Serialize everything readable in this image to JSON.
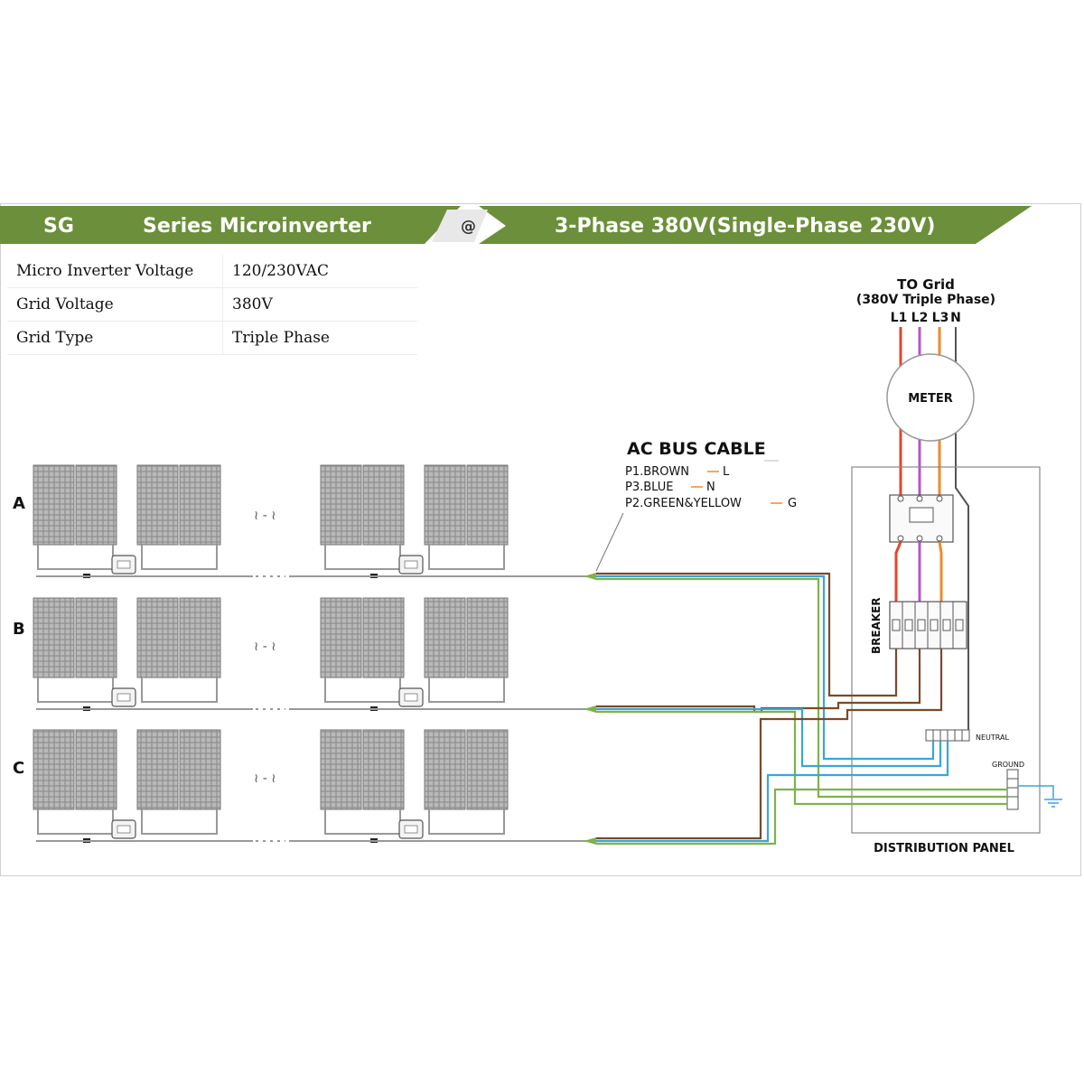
{
  "header": {
    "brand": "SG",
    "series": "Series Microinverter",
    "at_symbol": "@",
    "phase": "3-Phase 380V(Single-Phase 230V)"
  },
  "specs": [
    {
      "label": "Micro Inverter Voltage",
      "value": "120/230VAC"
    },
    {
      "label": "Grid  Voltage",
      "value": "380V"
    },
    {
      "label": "Grid Type",
      "value": "Triple Phase"
    }
  ],
  "grid": {
    "title": "TO Grid",
    "subtitle": "(380V Triple Phase)",
    "lines": [
      "L1",
      "L2",
      "L3",
      "N"
    ]
  },
  "meter_label": "METER",
  "breaker_label": "BREAKER",
  "neutral_label": "NEUTRAL",
  "ground_label": "GROUND",
  "panel_label": "DISTRIBUTION PANEL",
  "cable": {
    "title": "AC BUS CABLE",
    "p1": "P1.BROWN",
    "p1_code": "L",
    "p3": "P3.BLUE",
    "p3_code": "N",
    "p2": "P2.GREEN&YELLOW",
    "p2_code": "G"
  },
  "rows": [
    "A",
    "B",
    "C"
  ],
  "ellipsis": "≀ - ≀",
  "colors": {
    "header_green": "#6b8f3a",
    "brown": "#7a4a2a",
    "blue": "#3aa6d8",
    "green": "#7fb24a",
    "red": "#e0472f",
    "purple": "#b456c9",
    "orange": "#f08a2a",
    "neutral_grey": "#555555"
  }
}
